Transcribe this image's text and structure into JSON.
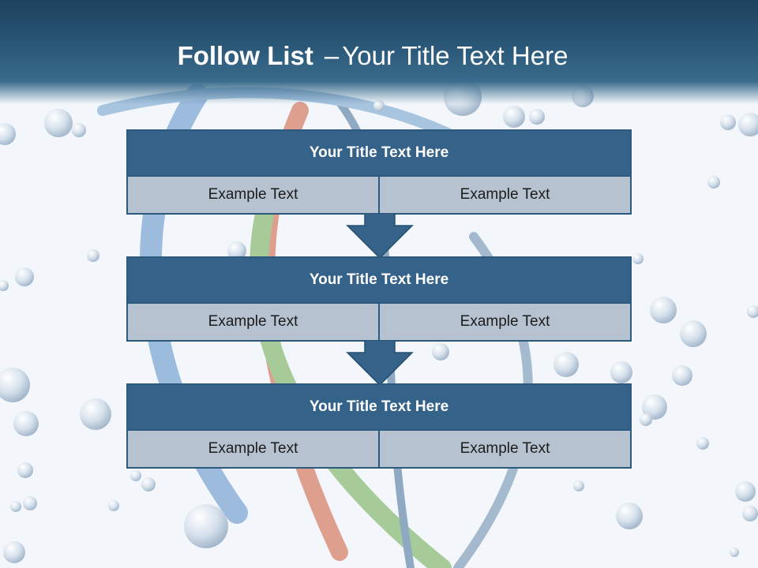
{
  "slide": {
    "title_bold": "Follow List",
    "title_separator": "–",
    "title_rest": "Your Title Text Here"
  },
  "colors": {
    "header_dark": "#1e425f",
    "block_title_bg": "#356288",
    "block_border": "#2c5a7c",
    "cell_bg": "#c2cbd6",
    "background": "#f3f7fb"
  },
  "blocks": [
    {
      "title": "Your Title Text Here",
      "cells": [
        "Example Text",
        "Example Text"
      ]
    },
    {
      "title": "Your Title Text Here",
      "cells": [
        "Example Text",
        "Example Text"
      ]
    },
    {
      "title": "Your Title Text Here",
      "cells": [
        "Example Text",
        "Example Text"
      ]
    }
  ],
  "icons": {
    "connector": "down-arrow-icon"
  }
}
